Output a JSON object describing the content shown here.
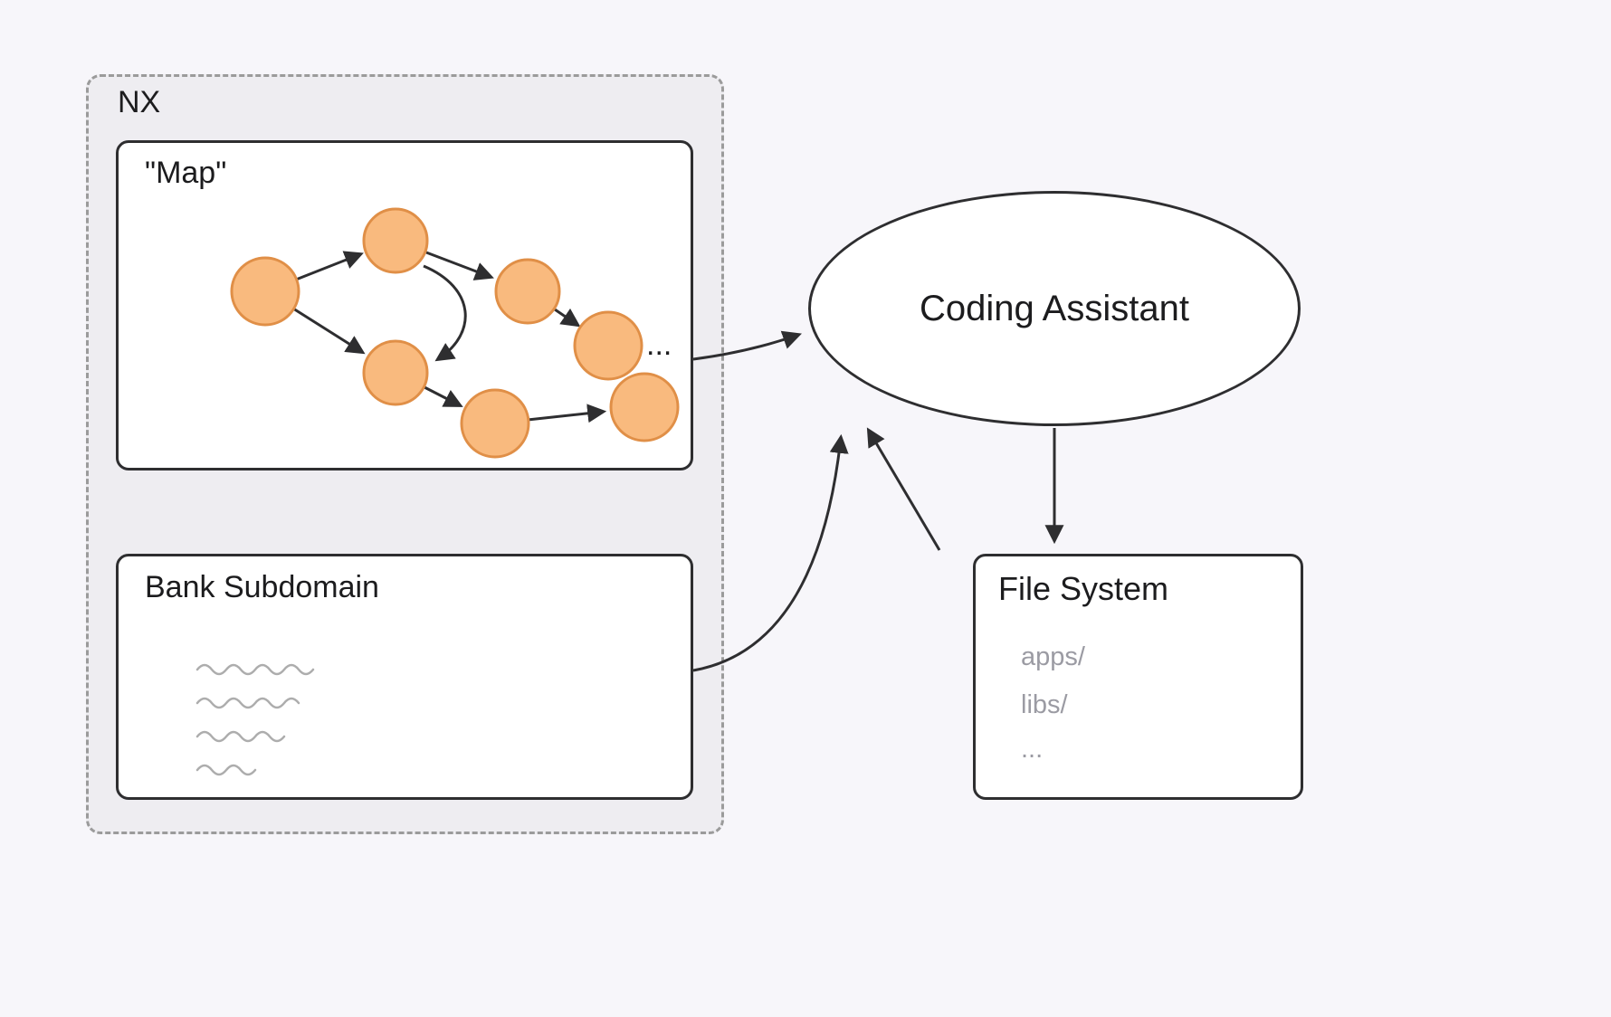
{
  "nx": {
    "label": "NX"
  },
  "map": {
    "title": "\"Map\"",
    "ellipsis": "..."
  },
  "bank": {
    "title": "Bank Subdomain"
  },
  "assistant": {
    "label": "Coding Assistant"
  },
  "filesystem": {
    "title": "File System",
    "items": [
      "apps/",
      "libs/",
      "..."
    ]
  },
  "colors": {
    "background": "#f7f6fa",
    "container_fill": "#eeedf1",
    "box_border": "#2e2e30",
    "node_fill": "#f9ba7e",
    "node_stroke": "#e08f47",
    "line": "#2e2e30",
    "muted_text": "#9b9ba3",
    "squiggle": "#adadad"
  }
}
